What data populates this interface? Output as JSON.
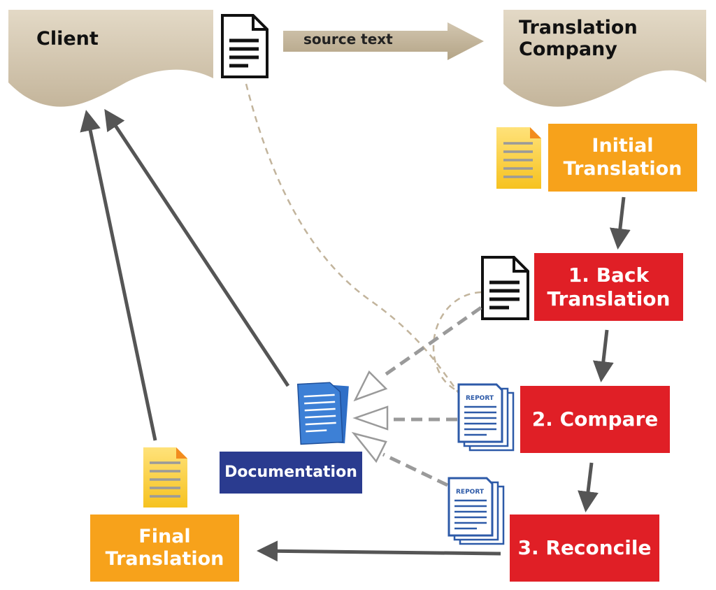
{
  "diagram": {
    "client": {
      "label": "Client"
    },
    "company": {
      "line1": "Translation",
      "line2": "Company"
    },
    "flow_arrow": {
      "label": "source text"
    },
    "initial_translation": {
      "line1": "Initial",
      "line2": "Translation"
    },
    "back_translation": {
      "line1": "1. Back",
      "line2": "Translation"
    },
    "compare": {
      "label": "2. Compare"
    },
    "reconcile": {
      "label": "3. Reconcile"
    },
    "final_translation": {
      "line1": "Final",
      "line2": "Translation"
    },
    "documentation": {
      "label": "Documentation"
    },
    "report_icon_text": "REPORT"
  },
  "colors": {
    "banner": "#cfc3ad",
    "orange": "#f7a21b",
    "red": "#e01f26",
    "blue": "#2a3b8f",
    "arrow": "#555555",
    "dashed": "#c2b49c"
  }
}
